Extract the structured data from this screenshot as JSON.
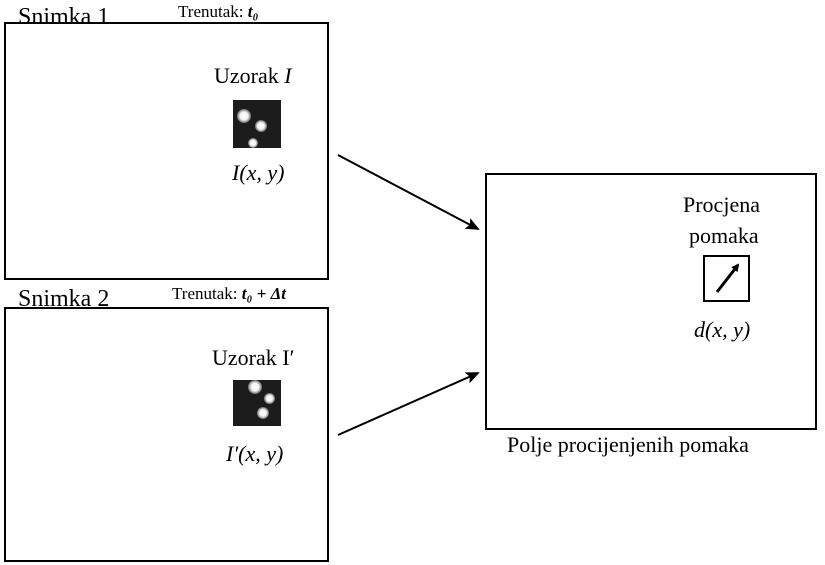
{
  "frame1": {
    "title": "Snimka 1",
    "moment_prefix": "Trenutak: ",
    "moment_value": "t₀",
    "pattern_label_text": "Uzorak ",
    "pattern_label_symbol": "I",
    "function_label": "I(x, y)"
  },
  "frame2": {
    "title": "Snimka 2",
    "moment_prefix": "Trenutak: ",
    "moment_value": "t₀ + Δt",
    "pattern_label": "Uzorak I′",
    "function_label": "I′(x, y)"
  },
  "result": {
    "title_line1": "Procjena",
    "title_line2": "pomaka",
    "function_label": "d(x, y)",
    "caption": "Polje procijenjenih pomaka"
  }
}
